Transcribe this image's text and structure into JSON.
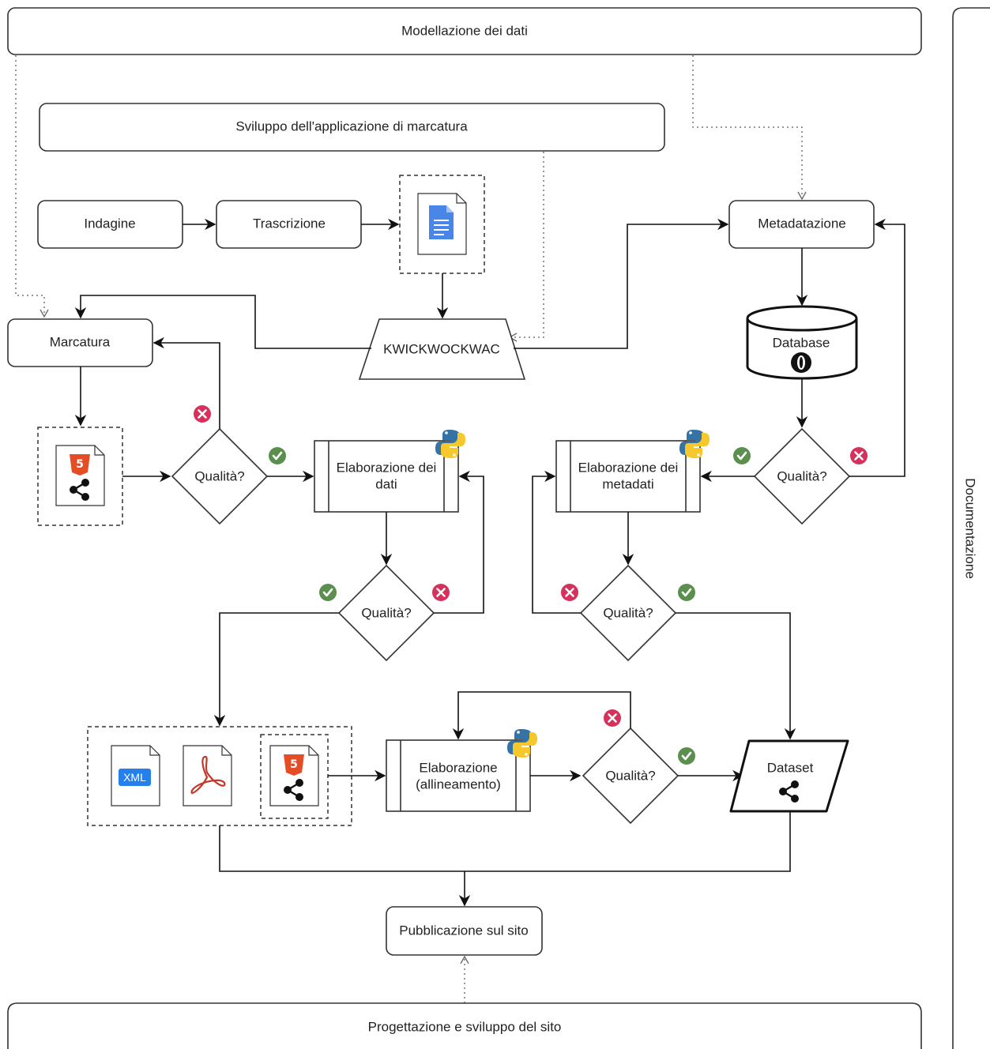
{
  "labels": {
    "modellazione": "Modellazione dei dati",
    "sviluppo_app": "Sviluppo dell'applicazione di marcatura",
    "indagine": "Indagine",
    "trascrizione": "Trascrizione",
    "metadatazione": "Metadatazione",
    "marcatura": "Marcatura",
    "kwick": "KWICKWOCKWAC",
    "database": "Database",
    "qualita": "Qualità?",
    "elab_dati_1": "Elaborazione dei",
    "elab_dati_2": "dati",
    "elab_meta_1": "Elaborazione dei",
    "elab_meta_2": "metadati",
    "elab_all_1": "Elaborazione",
    "elab_all_2": "(allineamento)",
    "dataset": "Dataset",
    "pubblicazione": "Pubblicazione sul sito",
    "progettazione": "Progettazione e sviluppo del sito",
    "documentazione": "Documentazione",
    "xml": "XML",
    "html5": "5"
  },
  "colors": {
    "ok": "#5a8f4e",
    "ko": "#d6315a",
    "doc_blue": "#4a86e8",
    "html_orange": "#e44d26",
    "pdf_red": "#c0392b",
    "py_blue": "#3572a5",
    "py_yellow": "#f7c82c"
  },
  "icons": [
    "google-doc-icon",
    "html5-file-icon",
    "xml-file-icon",
    "pdf-file-icon",
    "python-logo-icon",
    "graph-share-icon",
    "database-logo-icon",
    "check-icon",
    "cross-icon"
  ]
}
